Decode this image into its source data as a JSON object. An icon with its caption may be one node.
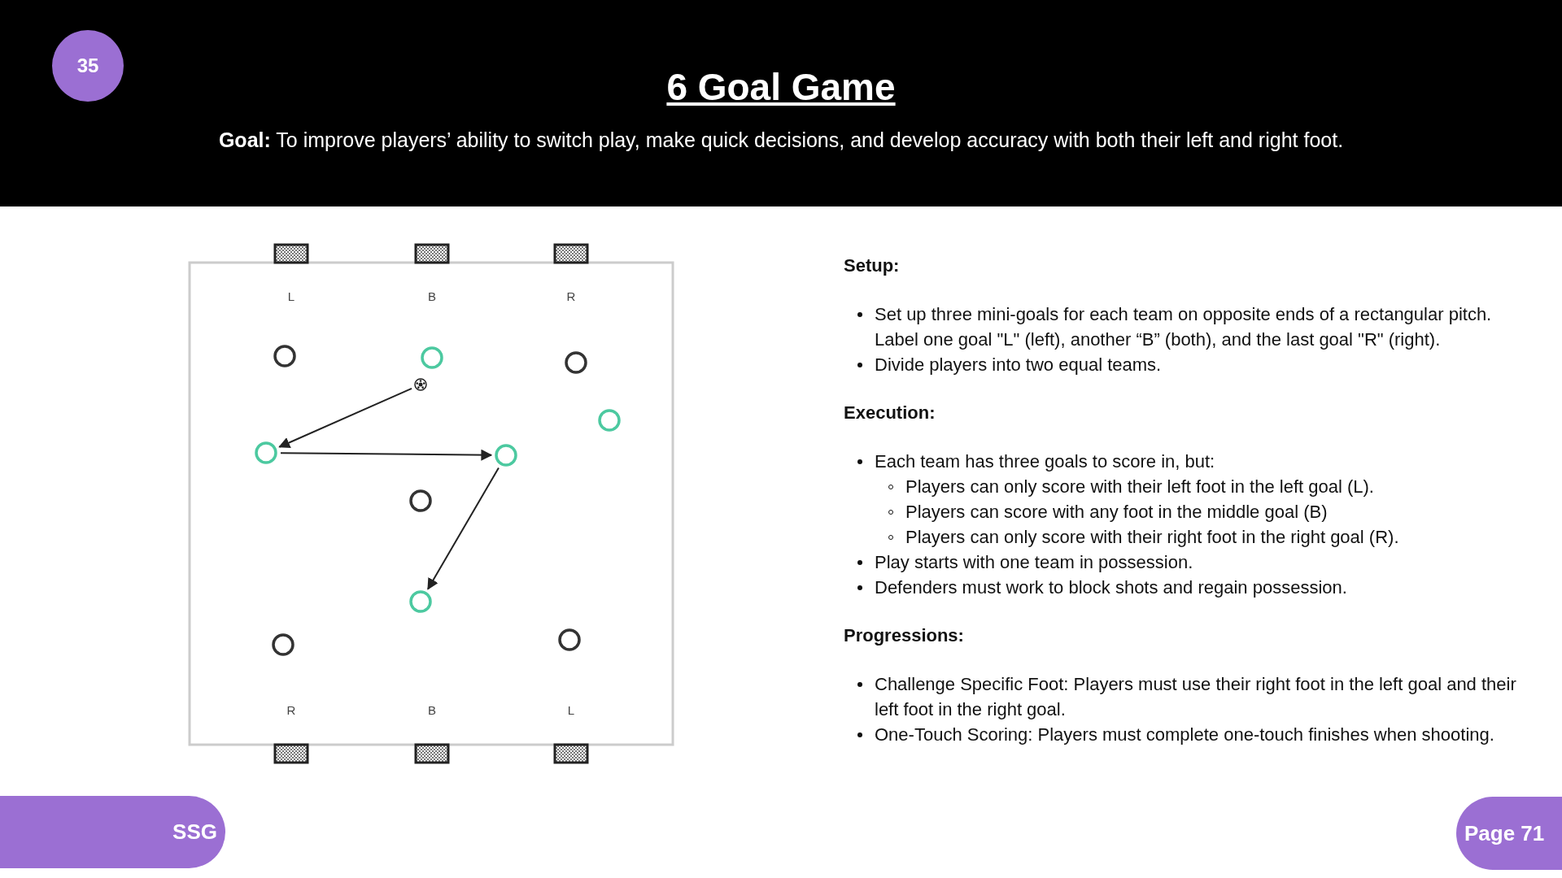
{
  "diagram": {
    "title": "6 Goal Game",
    "nodes": [
      {
        "text": [],
        "shape": "circle"
      },
      {
        "text": [],
        "shape": "circle"
      },
      {
        "text": [],
        "shape": "circle"
      },
      {
        "text": [],
        "shape": "ball"
      },
      {
        "text": [],
        "shape": "circle"
      },
      {
        "text": [],
        "shape": "circle"
      },
      {
        "text": [],
        "shape": "circle"
      },
      {
        "text": [],
        "shape": "circle"
      },
      {
        "text": [],
        "shape": "circle"
      },
      {
        "text": [],
        "shape": "circle"
      },
      {
        "text": [],
        "shape": "circle"
      }
    ],
    "edges": [
      {
        "from": 3,
        "to": 5,
        "arrow": "to"
      },
      {
        "from": 5,
        "to": 6,
        "arrow": "to"
      },
      {
        "from": 6,
        "to": 8,
        "arrow": "to"
      }
    ],
    "labels": [
      "35",
      "**Goal:** To improve players’ ability to switch play, make quick decisions, and develop accuracy with both their left and right foot.",
      "L",
      "B",
      "R",
      "R",
      "B",
      "L",
      "Setup:",
      "Set up three mini-goals for each team on opposite ends of a rectangular pitch. Label one goal \"L\" (left), another “B” (both), and the last goal \"R\" (right).",
      "Divide players into two equal teams.",
      "Execution:",
      "Each team has three goals to score in, but:",
      "Players can only score with their left foot in the left goal (L).",
      "Players can score with any foot in the middle goal (B)",
      "Players can only score with their right foot in the right goal (R).",
      "Play starts with one team in possession.",
      "Defenders must work to block shots and regain possession.",
      "Progressions:",
      "Challenge Specific Foot: Players must use their right foot in the left goal and their left foot in the right goal.",
      "One-Touch Scoring: Players must complete one-touch finishes when shooting.",
      "SSG",
      "Page 71"
    ]
  }
}
